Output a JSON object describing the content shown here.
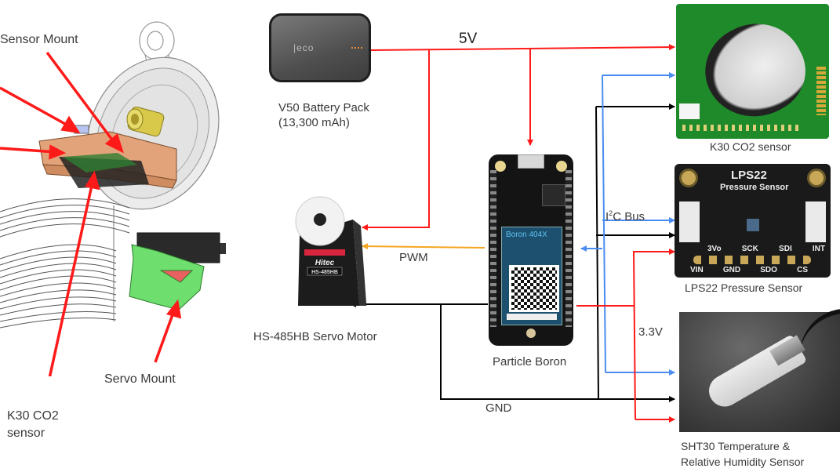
{
  "left_panel": {
    "labels": {
      "sensor_mount": "Sensor Mount",
      "servo_mount": "Servo Mount",
      "k30_line1": "K30 CO2",
      "k30_line2": "sensor"
    }
  },
  "components": {
    "battery": {
      "line1": "V50 Battery Pack",
      "line2": "(13,300 mAh)",
      "logo": "|eco"
    },
    "servo": {
      "label": "HS-485HB Servo Motor",
      "brand": "Hitec",
      "model": "HS-485HB"
    },
    "boron": {
      "label": "Particle Boron",
      "module": "Boron 404X"
    },
    "k30": {
      "label": "K30 CO2 sensor"
    },
    "lps22": {
      "label": "LPS22 Pressure Sensor",
      "board_title": "LPS22",
      "board_subtitle": "Pressure Sensor",
      "pins_top": [
        "3Vo",
        "SCK",
        "SDI",
        "INT"
      ],
      "pins_bottom": [
        "VIN",
        "GND",
        "SDO",
        "CS"
      ]
    },
    "sht30": {
      "line1": "SHT30 Temperature &",
      "line2": "Relative Humidity Sensor"
    }
  },
  "wires": {
    "v5": "5V",
    "pwm": "PWM",
    "i2c_prefix": "I",
    "i2c_sup": "2",
    "i2c_suffix": "C Bus",
    "v33": "3.3V",
    "gnd": "GND"
  },
  "colors": {
    "power": "#ff1a1a",
    "ground": "#000000",
    "i2c": "#4a8cf0",
    "pwm": "#f5a623"
  }
}
